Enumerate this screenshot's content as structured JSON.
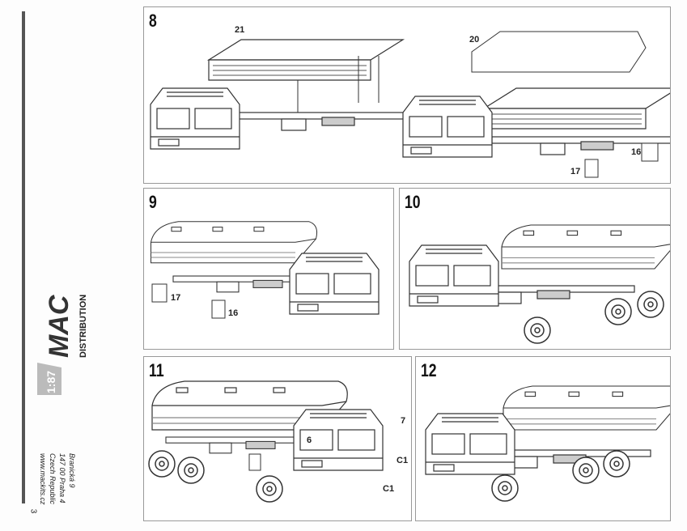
{
  "sidebar": {
    "logo_scale": "1:87",
    "logo_brand": "MAC",
    "logo_sub": "DISTRIBUTION",
    "address": [
      "Branická 9",
      "147 00 Praha 4",
      "Czech Republic",
      "www.mackits.cz"
    ],
    "page_number": "3"
  },
  "steps": [
    {
      "number": "8",
      "labels": [
        "21",
        "20",
        "16",
        "17"
      ]
    },
    {
      "number": "9",
      "labels": [
        "17",
        "16"
      ]
    },
    {
      "number": "10",
      "labels": []
    },
    {
      "number": "11",
      "labels": [
        "6",
        "7",
        "C1",
        "C1"
      ]
    },
    {
      "number": "12",
      "labels": []
    }
  ]
}
